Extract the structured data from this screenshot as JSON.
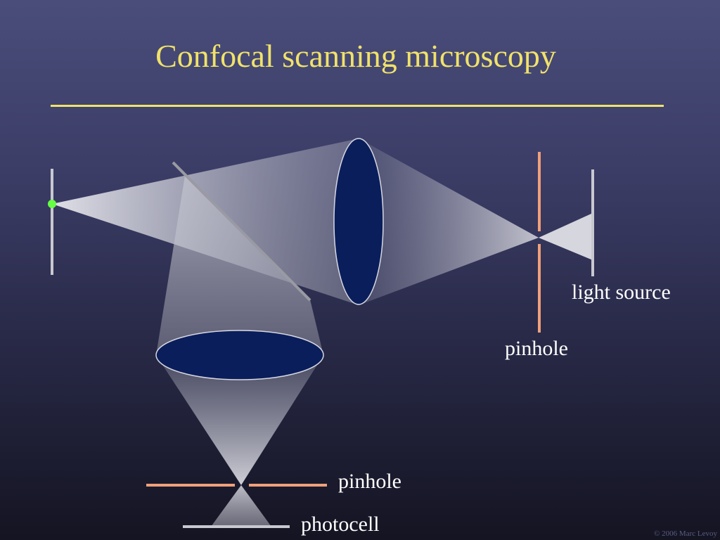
{
  "slide": {
    "title": "Confocal scanning microscopy",
    "copyright": "© 2006 Marc Levoy"
  },
  "labels": {
    "light_source": "light source",
    "pinhole_right": "pinhole",
    "pinhole_bottom": "pinhole",
    "photocell": "photocell"
  },
  "colors": {
    "title": "#f0e26a",
    "lens_fill": "#0a1e5c",
    "pinhole": "#f0a07a",
    "specimen_point": "#66ff44",
    "plates": "#c8c8d0"
  }
}
